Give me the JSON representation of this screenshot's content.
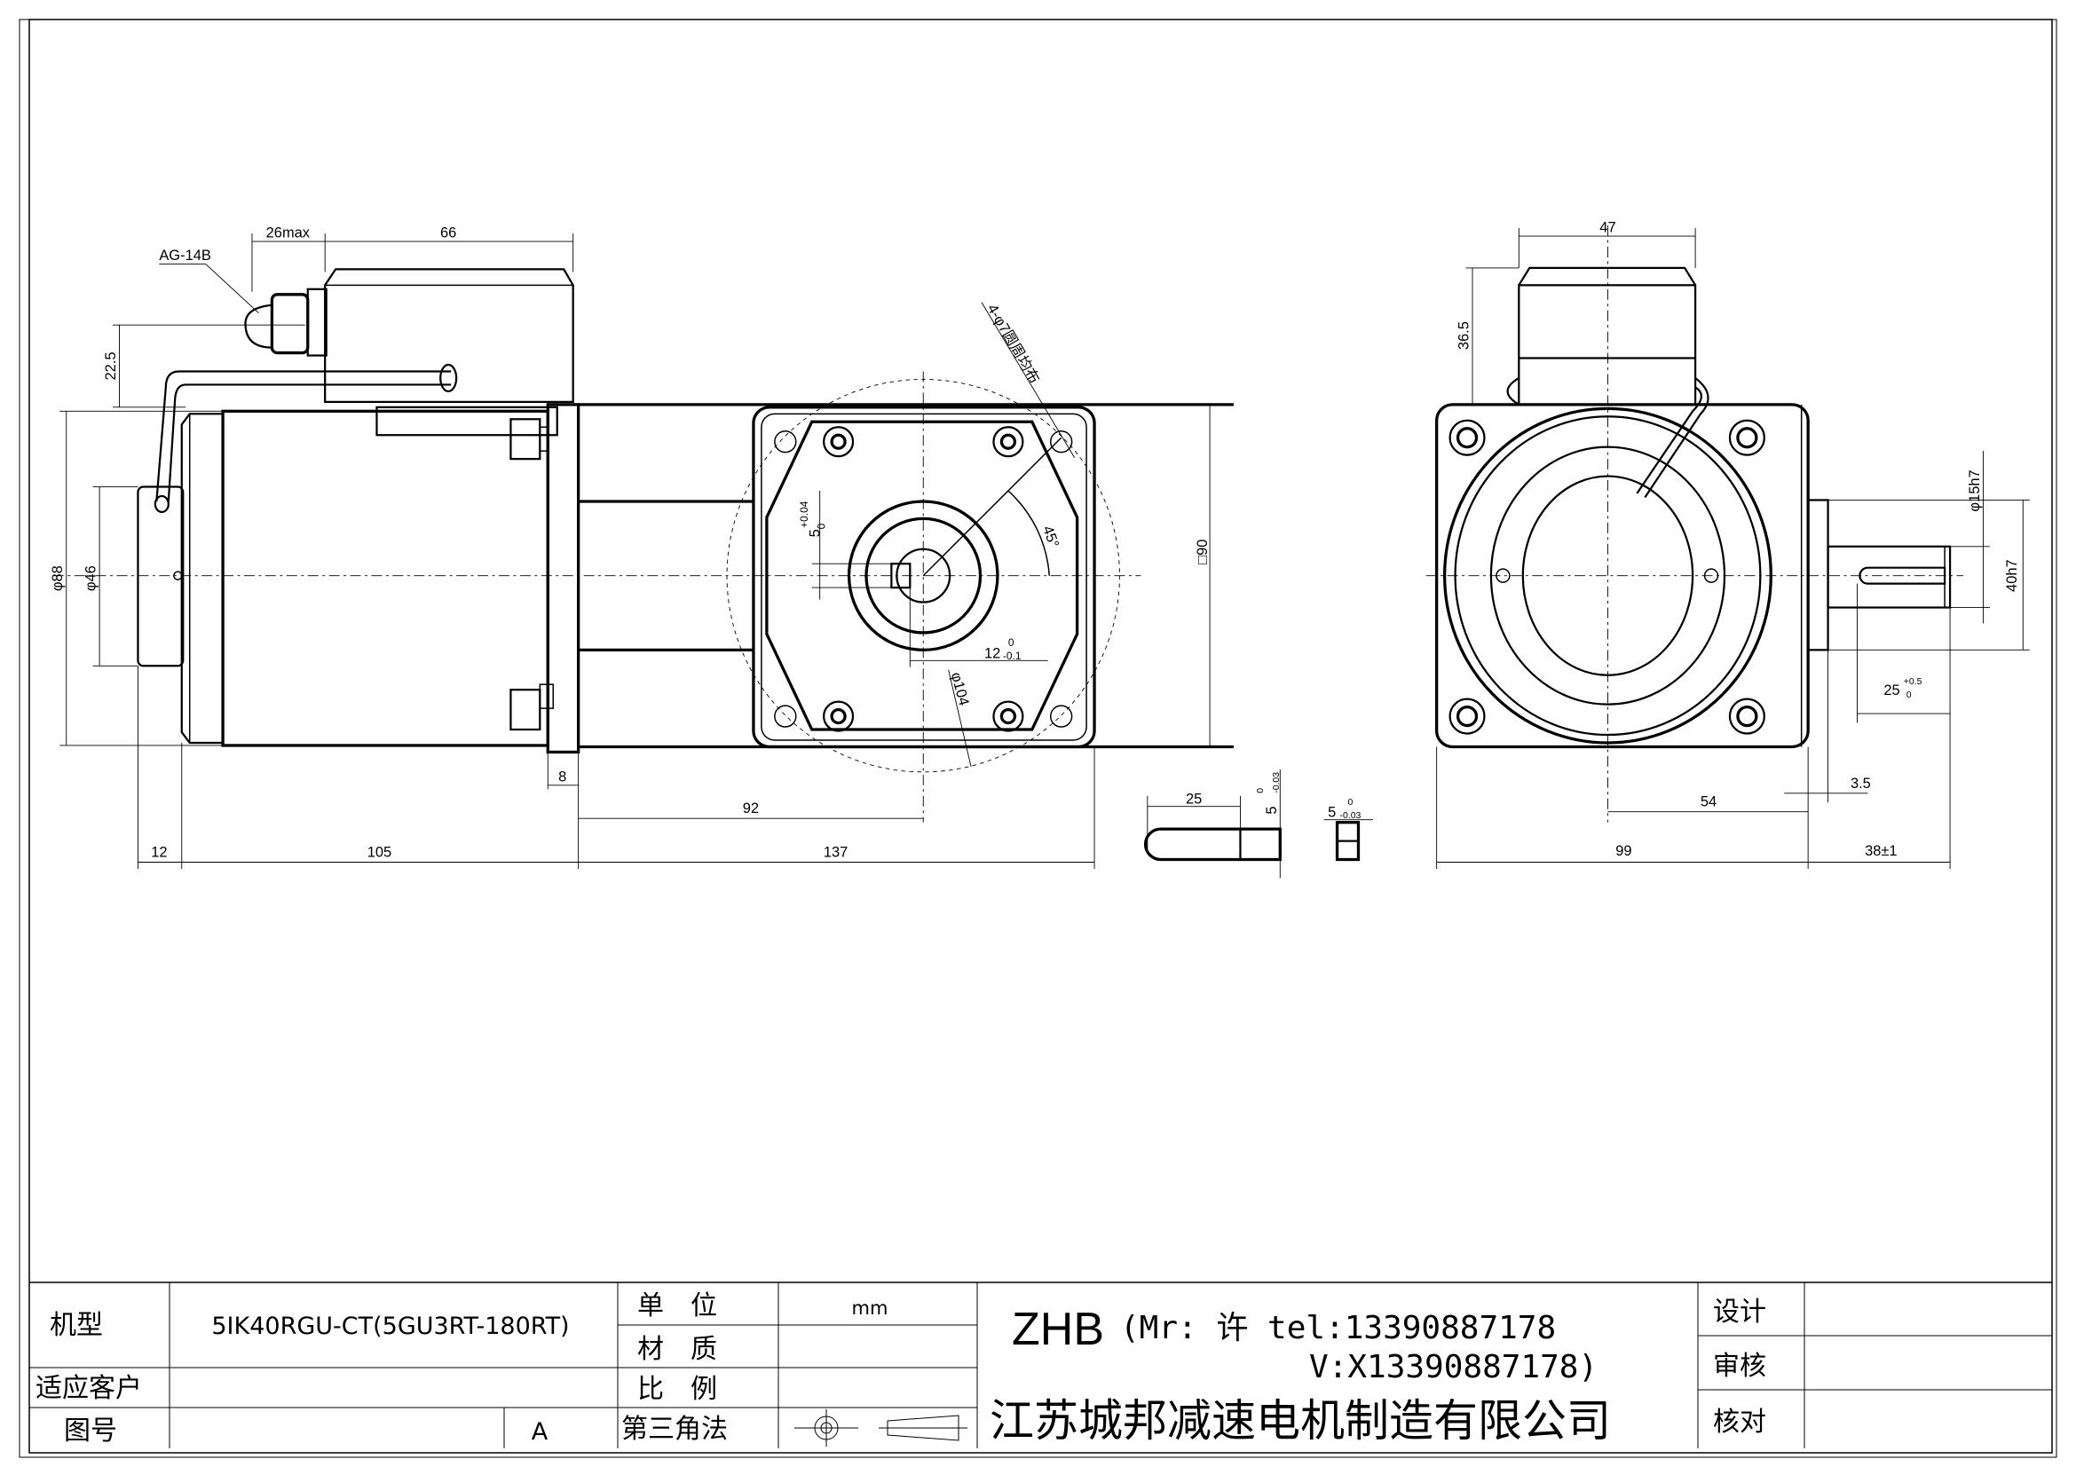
{
  "drawing": {
    "side_view": {
      "connector_label": "AG-14B",
      "dims": {
        "connector_max": "26max",
        "box_length": "66",
        "box_offset": "22.5",
        "dia_88": "φ88",
        "dia_46": "φ46",
        "flange": "8",
        "to_center": "92",
        "rear": "12",
        "motor_len": "105",
        "gear_len": "137"
      }
    },
    "front_view": {
      "holes_note": "4-φ7圆周均布",
      "angle": "45°",
      "key_width": "5",
      "key_width_tol_upper": "+0.04",
      "key_width_tol_lower": "0",
      "key_depth": "12",
      "key_depth_tol_upper": "0",
      "key_depth_tol_lower": "-0.1",
      "pcd": "φ104",
      "square": "□90"
    },
    "key_detail": {
      "length": "25",
      "height": "5",
      "height_tol_upper": "0",
      "height_tol_lower": "-0.03",
      "width": "5",
      "width_tol_upper": "0",
      "width_tol_lower": "-0.03"
    },
    "end_view": {
      "dims": {
        "box_width": "47",
        "box_height": "36.5",
        "shaft_dia": "φ15h7",
        "pilot": "40h7",
        "key_len": "25",
        "key_len_tol_upper": "+0.5",
        "key_len_tol_lower": "0",
        "pilot_len": "3.5",
        "center_to_face": "54",
        "width": "99",
        "shaft_len": "38±1"
      }
    }
  },
  "title_block": {
    "model_label": "机型",
    "model_value": "5IK40RGU-CT(5GU3RT-180RT)",
    "customer_label": "适应客户",
    "customer_value": "",
    "drawing_no_label": "图号",
    "drawing_no_value": "",
    "revision": "A",
    "unit_label": "单　位",
    "unit_value": "mm",
    "material_label": "材　质",
    "material_value": "",
    "scale_label": "比　例",
    "scale_value": "",
    "projection_label": "第三角法",
    "brand": "ZHB",
    "contact_line1": "(Mr: 许 tel:13390887178",
    "contact_line2": "V:X13390887178)",
    "company": "江苏城邦减速电机制造有限公司",
    "design_label": "设计",
    "review_label": "审核",
    "check_label": "核对"
  }
}
